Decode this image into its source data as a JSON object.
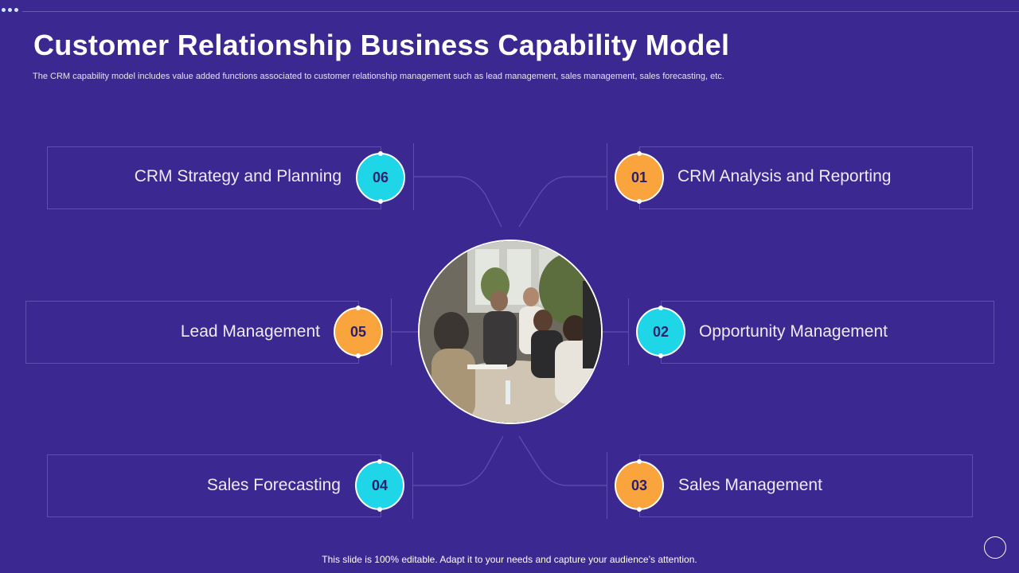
{
  "header": {
    "title": "Customer Relationship Business Capability Model",
    "subtitle": "The CRM capability model includes value added functions associated to customer relationship management such as lead management,  sales management, sales forecasting, etc."
  },
  "capabilities": [
    {
      "number": "01",
      "label": "CRM Analysis and Reporting",
      "color": "#f9a43c"
    },
    {
      "number": "02",
      "label": "Opportunity Management",
      "color": "#1fd6e8"
    },
    {
      "number": "03",
      "label": "Sales Management",
      "color": "#f9a43c"
    },
    {
      "number": "04",
      "label": "Sales Forecasting",
      "color": "#1fd6e8"
    },
    {
      "number": "05",
      "label": "Lead Management",
      "color": "#f9a43c"
    },
    {
      "number": "06",
      "label": "CRM Strategy and Planning",
      "color": "#1fd6e8"
    }
  ],
  "footer": {
    "text": "This slide is 100% editable. Adapt it to your needs and capture your audience’s attention."
  },
  "colors": {
    "background": "#3b2890",
    "accent_cyan": "#1fd6e8",
    "accent_orange": "#f9a43c"
  }
}
